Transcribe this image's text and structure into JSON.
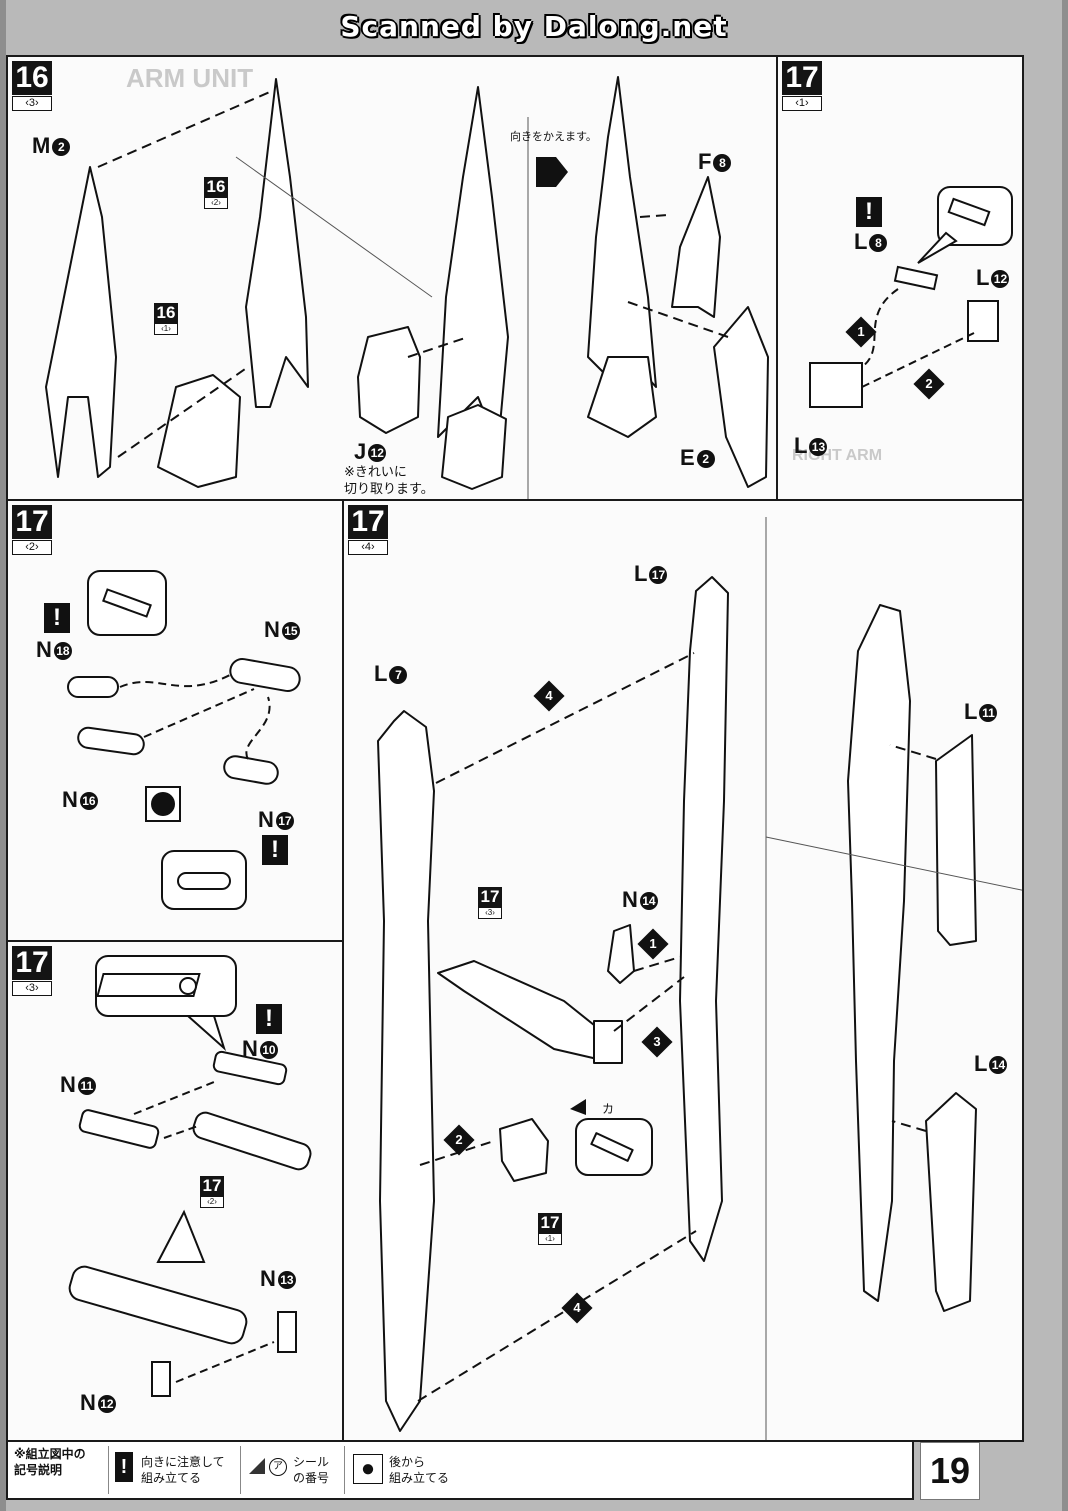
{
  "header": {
    "watermark": "Scanned by Dalong.net"
  },
  "panel_16_3": {
    "step": {
      "num": "16",
      "sub": "‹3›"
    },
    "ghost_title": "ARM UNIT",
    "labels": {
      "m2": "M",
      "m2_n": "2",
      "j12": "J",
      "j12_n": "12",
      "f8": "F",
      "f8_n": "8",
      "e2": "E",
      "e2_n": "2"
    },
    "refs": [
      {
        "num": "16",
        "sub": "‹2›"
      },
      {
        "num": "16",
        "sub": "‹1›"
      }
    ],
    "note_cut": "※きれいに\n切り取ります。",
    "note_rotate": "向きをかえます。"
  },
  "panel_17_1": {
    "step": {
      "num": "17",
      "sub": "‹1›"
    },
    "labels": {
      "l8": "L",
      "l8_n": "8",
      "l12": "L",
      "l12_n": "12",
      "l13": "L",
      "l13_n": "13"
    },
    "arrows": [
      "1",
      "2"
    ],
    "ghost_text": "RIGHT ARM"
  },
  "panel_17_2": {
    "step": {
      "num": "17",
      "sub": "‹2›"
    },
    "labels": {
      "n18": "N",
      "n18_n": "18",
      "n15": "N",
      "n15_n": "15",
      "n16": "N",
      "n16_n": "16",
      "n17": "N",
      "n17_n": "17"
    }
  },
  "panel_17_3": {
    "step": {
      "num": "17",
      "sub": "‹3›"
    },
    "labels": {
      "n10": "N",
      "n10_n": "10",
      "n11": "N",
      "n11_n": "11",
      "n13": "N",
      "n13_n": "13",
      "n12": "N",
      "n12_n": "12"
    },
    "refs": [
      {
        "num": "17",
        "sub": "‹2›"
      }
    ]
  },
  "panel_17_4": {
    "step": {
      "num": "17",
      "sub": "‹4›"
    },
    "labels": {
      "l17": "L",
      "l17_n": "17",
      "l7": "L",
      "l7_n": "7",
      "n14": "N",
      "n14_n": "14",
      "l11": "L",
      "l11_n": "11",
      "l14": "L",
      "l14_n": "14",
      "ka": "カ"
    },
    "refs": [
      {
        "num": "17",
        "sub": "‹3›"
      },
      {
        "num": "17",
        "sub": "‹1›"
      }
    ],
    "arrows": [
      "4",
      "1",
      "3",
      "2",
      "4"
    ]
  },
  "legend": {
    "title": "※組立図中の\n記号説明",
    "items": [
      {
        "icon": "!",
        "text": "向きに注意して\n組み立てる"
      },
      {
        "icon": "ア",
        "text": "シール\nの番号"
      },
      {
        "icon": "●",
        "text": "後から\n組み立てる"
      }
    ]
  },
  "page_number": "19"
}
